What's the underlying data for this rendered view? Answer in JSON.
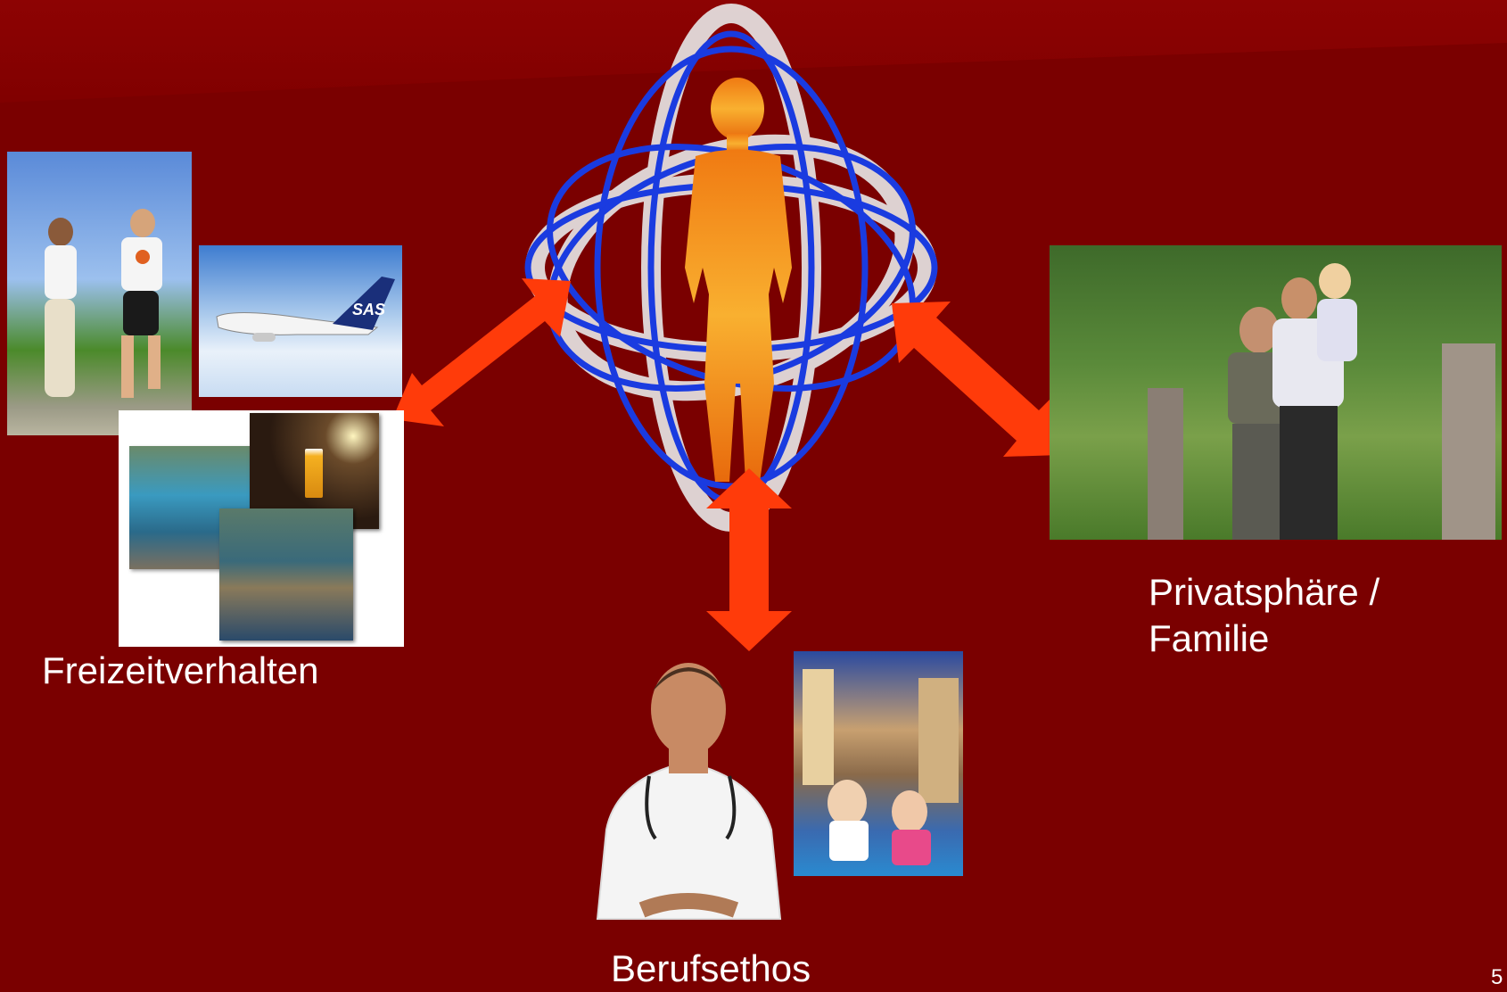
{
  "labels": {
    "leisure": "Freizeitverhalten",
    "private_line1": "Privatsphäre /",
    "private_line2": "Familie",
    "work": "Berufsethos",
    "slide_number": "5"
  },
  "logos": {
    "airline": "SAS"
  },
  "colors": {
    "background": "#7a0000",
    "arrows": "#ff3b0a",
    "orbits": "#1a3be0",
    "figure": "#f59a1c",
    "text": "#ffffff"
  }
}
